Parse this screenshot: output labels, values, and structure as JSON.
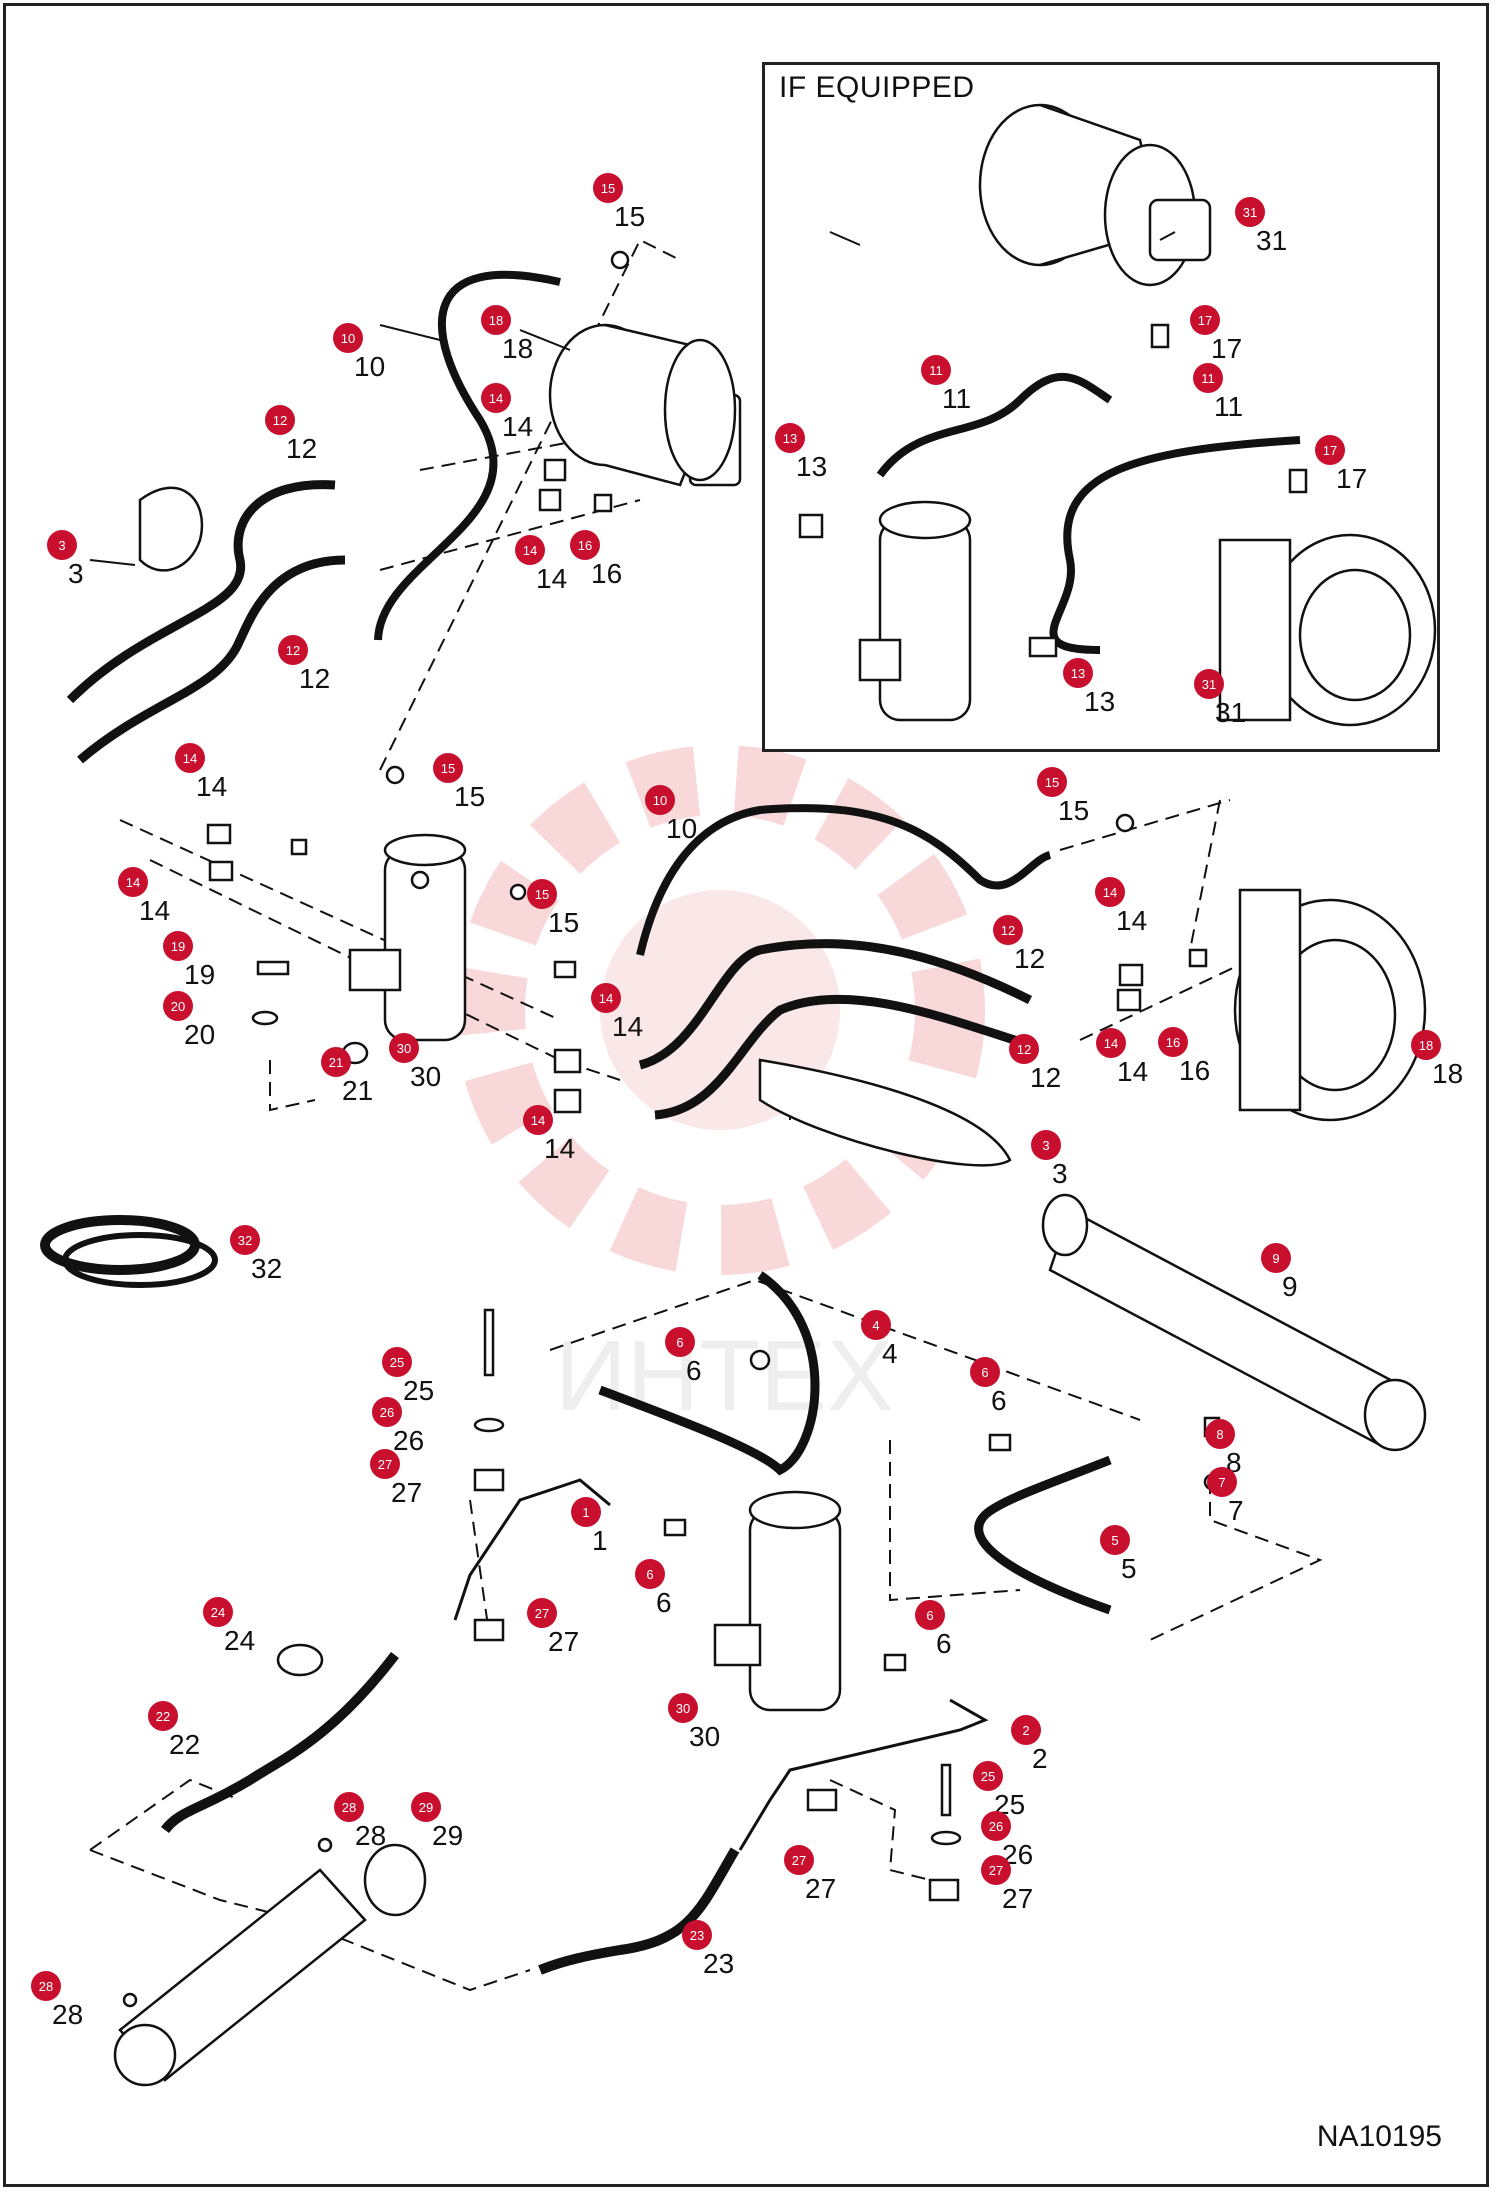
{
  "diagram": {
    "inset_title": "IF EQUIPPED",
    "drawing_ref": "NA10195",
    "watermark_text": "ИНТЕХ",
    "badge_color": "#c8102e",
    "watermark_color": "#f2b8b8",
    "line_color": "#111111"
  },
  "callouts": [
    {
      "id": "c1",
      "num": "15"
    },
    {
      "id": "c2",
      "num": "10"
    },
    {
      "id": "c3",
      "num": "18"
    },
    {
      "id": "c4",
      "num": "12"
    },
    {
      "id": "c5",
      "num": "14"
    },
    {
      "id": "c6",
      "num": "3"
    },
    {
      "id": "c7",
      "num": "14"
    },
    {
      "id": "c8",
      "num": "16"
    },
    {
      "id": "c9",
      "num": "12"
    },
    {
      "id": "c10",
      "num": "14"
    },
    {
      "id": "c11",
      "num": "15"
    },
    {
      "id": "c12",
      "num": "14"
    },
    {
      "id": "c13",
      "num": "15"
    },
    {
      "id": "c14",
      "num": "19"
    },
    {
      "id": "c15",
      "num": "20"
    },
    {
      "id": "c16",
      "num": "21"
    },
    {
      "id": "c17",
      "num": "30"
    },
    {
      "id": "c18",
      "num": "10"
    },
    {
      "id": "c19",
      "num": "15"
    },
    {
      "id": "c20",
      "num": "14"
    },
    {
      "id": "c21",
      "num": "14"
    },
    {
      "id": "c22",
      "num": "12"
    },
    {
      "id": "c23",
      "num": "14"
    },
    {
      "id": "c24",
      "num": "14"
    },
    {
      "id": "c25",
      "num": "16"
    },
    {
      "id": "c26",
      "num": "18"
    },
    {
      "id": "c27",
      "num": "12"
    },
    {
      "id": "c28",
      "num": "3"
    },
    {
      "id": "c29",
      "num": "32"
    },
    {
      "id": "c30",
      "num": "9"
    },
    {
      "id": "c31",
      "num": "4"
    },
    {
      "id": "c32",
      "num": "6"
    },
    {
      "id": "c33",
      "num": "6"
    },
    {
      "id": "c34",
      "num": "8"
    },
    {
      "id": "c35",
      "num": "7"
    },
    {
      "id": "c36",
      "num": "25"
    },
    {
      "id": "c37",
      "num": "26"
    },
    {
      "id": "c38",
      "num": "27"
    },
    {
      "id": "c39",
      "num": "1"
    },
    {
      "id": "c40",
      "num": "6"
    },
    {
      "id": "c41",
      "num": "5"
    },
    {
      "id": "c42",
      "num": "24"
    },
    {
      "id": "c43",
      "num": "27"
    },
    {
      "id": "c44",
      "num": "6"
    },
    {
      "id": "c45",
      "num": "22"
    },
    {
      "id": "c46",
      "num": "30"
    },
    {
      "id": "c47",
      "num": "2"
    },
    {
      "id": "c48",
      "num": "25"
    },
    {
      "id": "c49",
      "num": "28"
    },
    {
      "id": "c50",
      "num": "29"
    },
    {
      "id": "c51",
      "num": "26"
    },
    {
      "id": "c52",
      "num": "27"
    },
    {
      "id": "c53",
      "num": "27"
    },
    {
      "id": "c54",
      "num": "23"
    },
    {
      "id": "c55",
      "num": "28"
    },
    {
      "id": "c56",
      "num": "31"
    },
    {
      "id": "c57",
      "num": "17"
    },
    {
      "id": "c58",
      "num": "11"
    },
    {
      "id": "c59",
      "num": "11"
    },
    {
      "id": "c60",
      "num": "13"
    },
    {
      "id": "c61",
      "num": "17"
    },
    {
      "id": "c62",
      "num": "13"
    },
    {
      "id": "c63",
      "num": "31"
    }
  ]
}
